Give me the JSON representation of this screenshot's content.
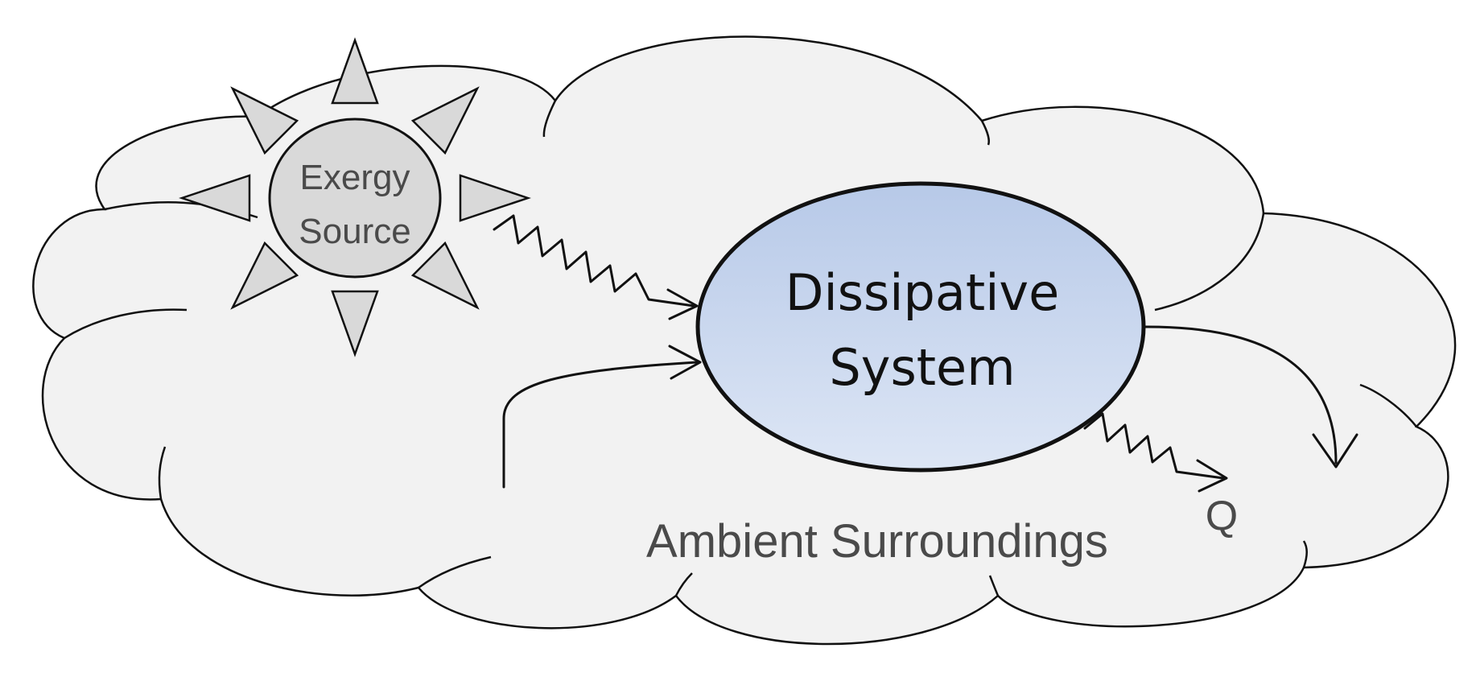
{
  "diagram": {
    "source": {
      "line1": "Exergy",
      "line2": "Source"
    },
    "system": {
      "line1": "Dissipative",
      "line2": "System"
    },
    "surroundings": "Ambient Surroundings",
    "heat": "Q"
  },
  "colors": {
    "cloud_fill": "#f2f2f2",
    "sun_fill": "#d9d9d9",
    "system_fill_top": "#b7c9e8",
    "system_fill_bottom": "#dde6f5",
    "stroke": "#111111",
    "label_text": "#4a4a4a"
  }
}
